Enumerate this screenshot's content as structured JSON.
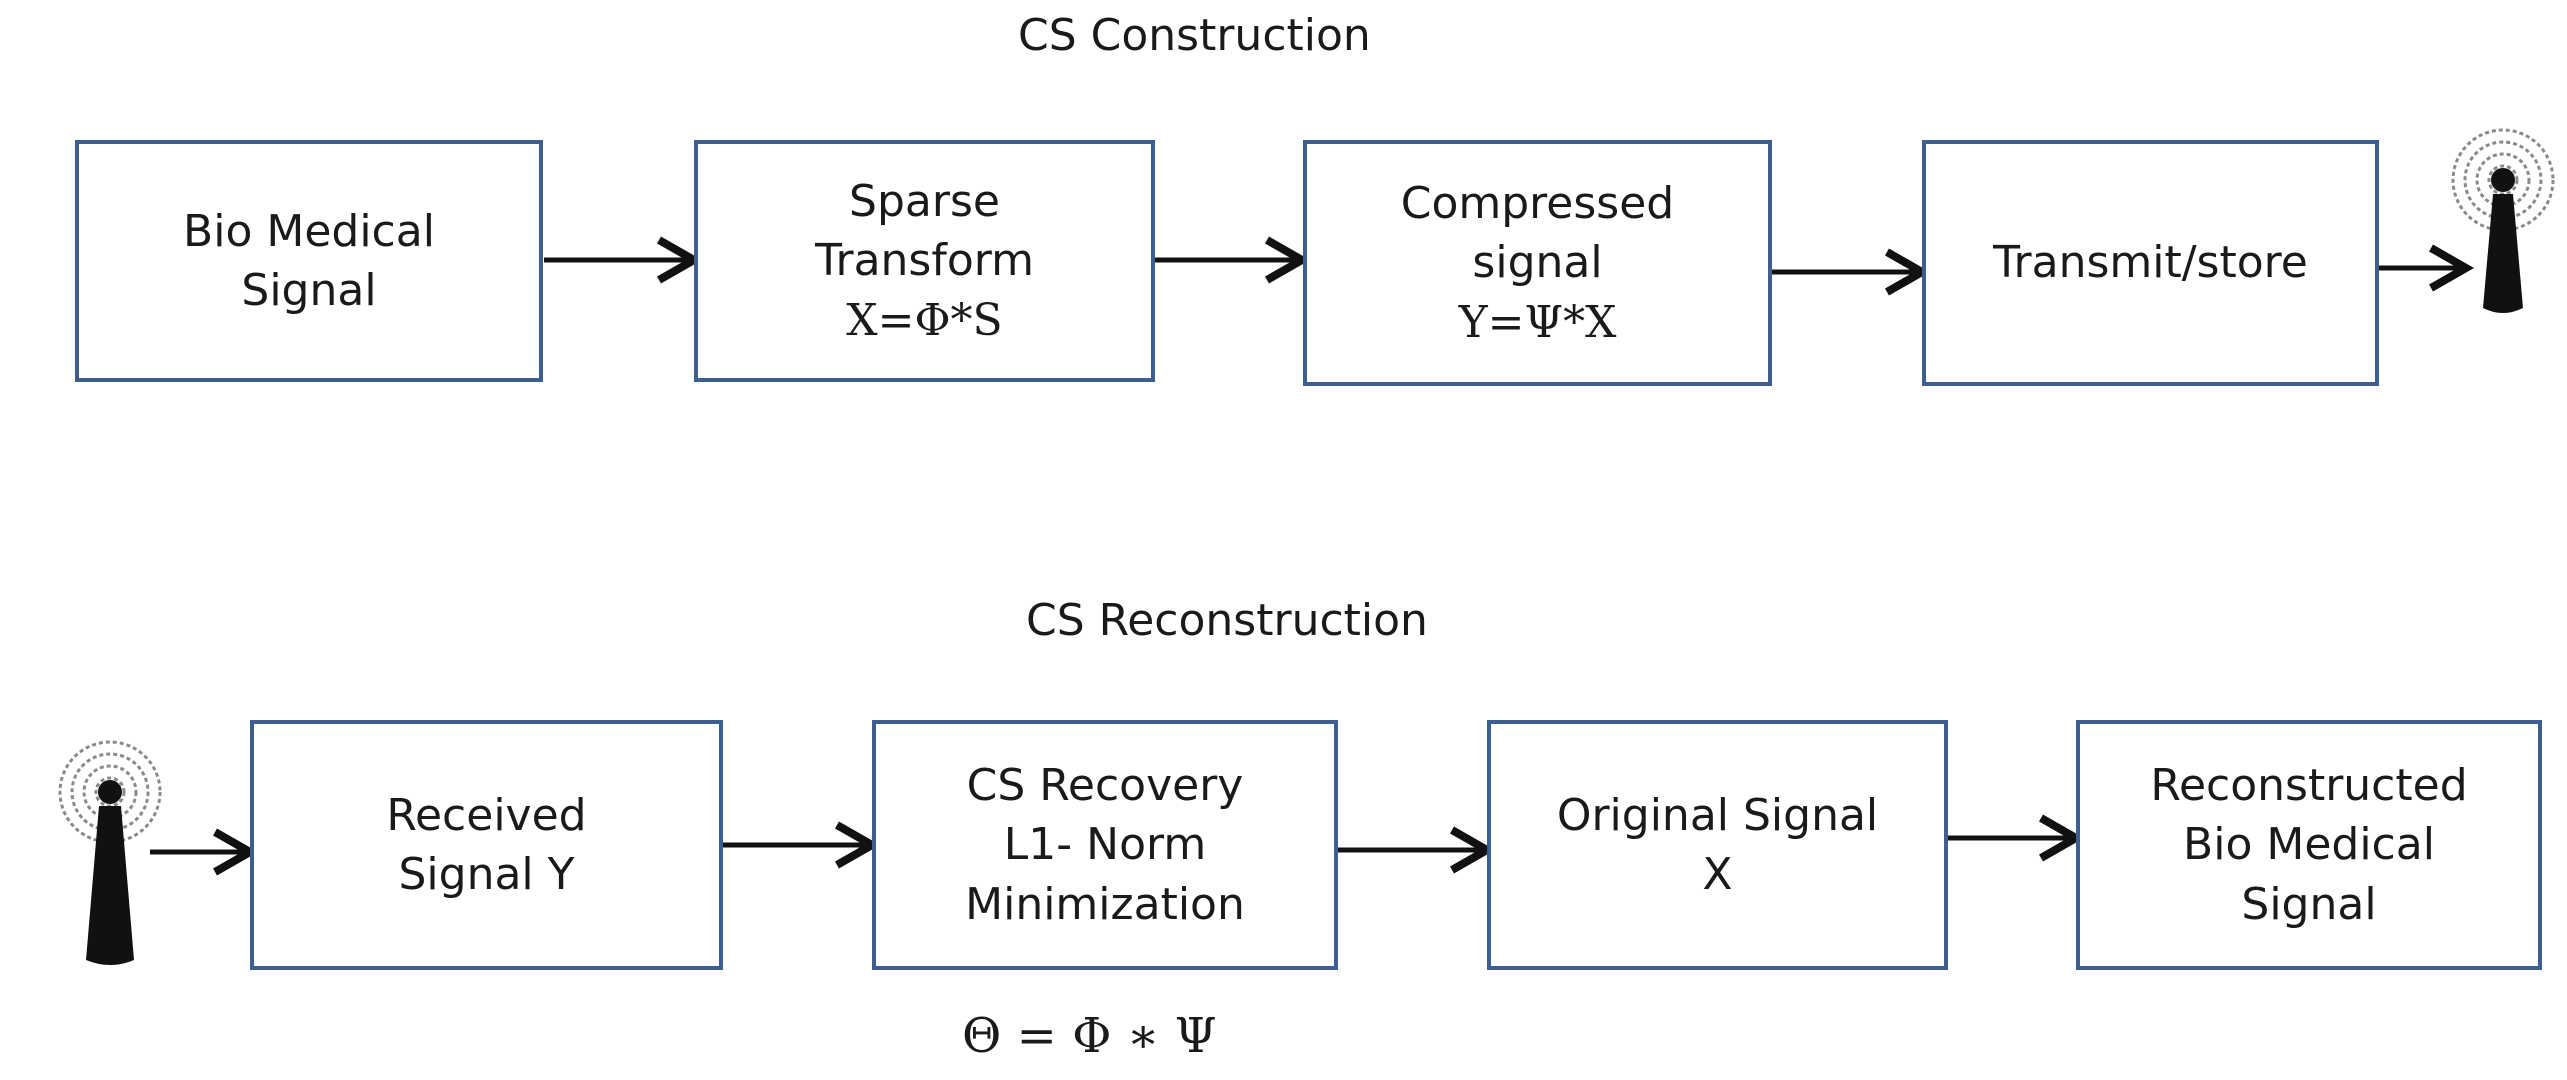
{
  "construction": {
    "title": "CS Construction",
    "blocks": [
      {
        "lines": [
          "Bio Medical",
          "Signal"
        ]
      },
      {
        "lines": [
          "Sparse",
          "Transform"
        ],
        "formula": "X=Φ*S"
      },
      {
        "lines": [
          "Compressed",
          "signal"
        ],
        "formula": "Y=Ψ*X"
      },
      {
        "lines": [
          "Transmit/store"
        ]
      }
    ],
    "antenna_icon": "radio-tower-icon"
  },
  "reconstruction": {
    "title": "CS Reconstruction",
    "blocks": [
      {
        "lines": [
          "Received",
          "Signal Y"
        ]
      },
      {
        "lines": [
          "CS Recovery",
          "L1- Norm",
          "Minimization"
        ]
      },
      {
        "lines": [
          "Original Signal",
          "X"
        ]
      },
      {
        "lines": [
          "Reconstructed",
          "Bio Medical",
          "Signal"
        ]
      }
    ],
    "antenna_icon": "radio-tower-icon",
    "formula": "Θ = Φ ∗ Ψ"
  },
  "colors": {
    "box_border": "#3d5f8f",
    "arrow": "#111111",
    "text": "#1a1a1a"
  }
}
